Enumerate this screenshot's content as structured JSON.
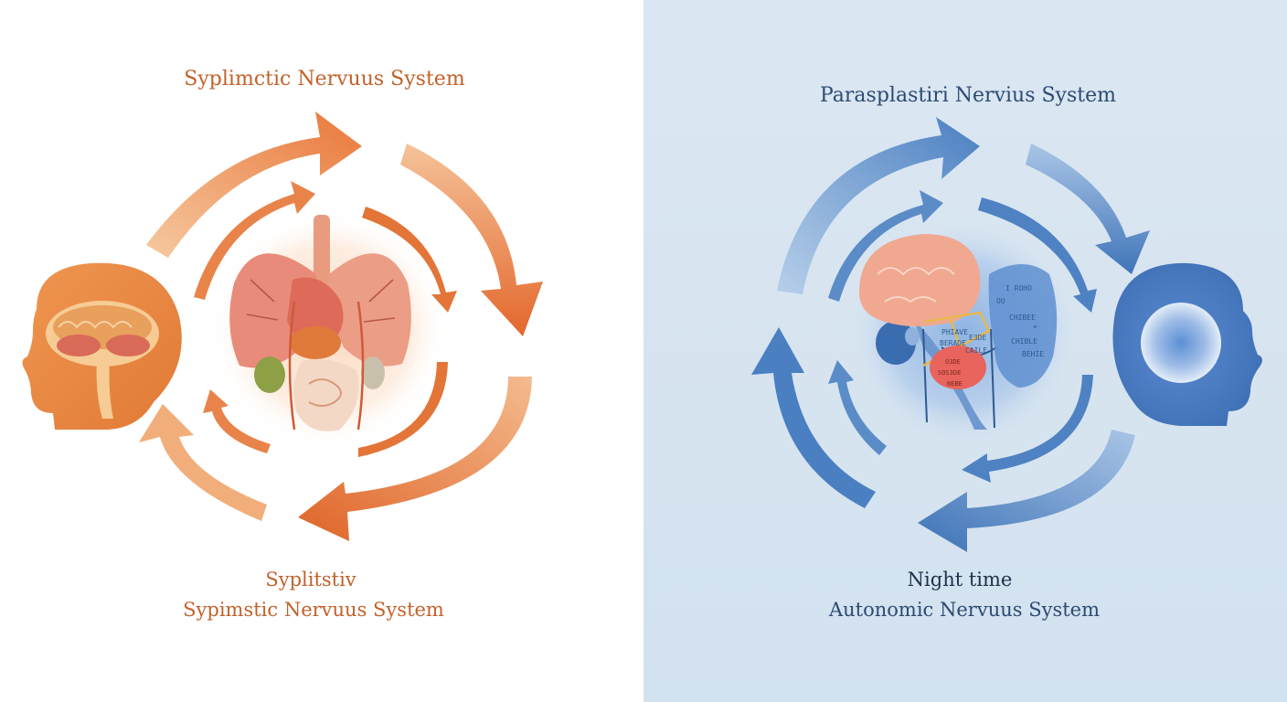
{
  "left_panel": {
    "title": "Syplimctic Nervuus System",
    "caption_line1": "Syplitstiv",
    "caption_line2": "Sypimstic Nervuus System",
    "accent_color": "#e07a3a"
  },
  "right_panel": {
    "title": "Parasplastiri Nervius System",
    "caption_line1": "Night time",
    "caption_line2": "Autonomic Nervuus System",
    "accent_color": "#4a7fc0",
    "organ_notes": [
      "I ROHO",
      "OU",
      "CHIBEE",
      "+",
      "CHIBLE",
      "BEHIE"
    ],
    "chart_notes": [
      "PHIAVE",
      "BERADE",
      "E3DE",
      "CAILE"
    ],
    "tag_notes": [
      "O3DE",
      "SOS3DE",
      "NEBE"
    ]
  }
}
